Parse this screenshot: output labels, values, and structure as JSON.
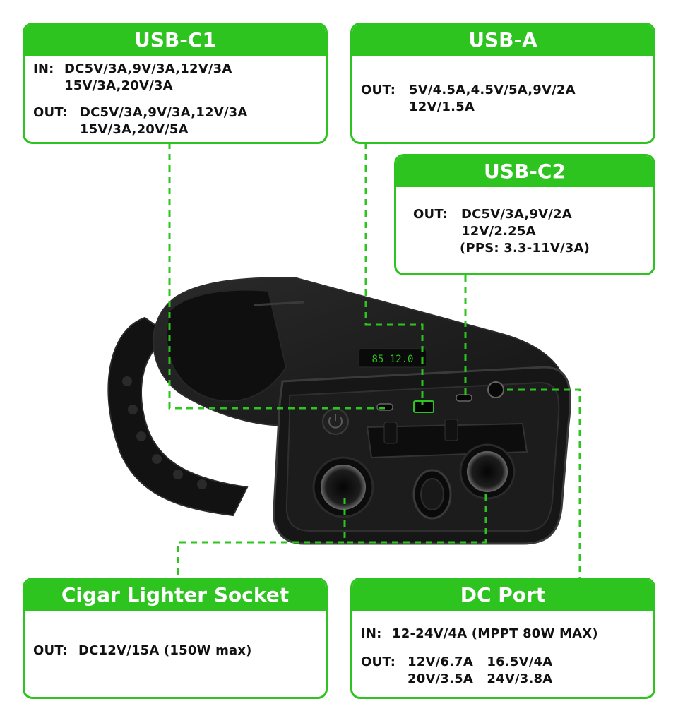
{
  "usb_c1": {
    "title": "USB-C1",
    "in_label": "IN:",
    "in_line1": "DC5V/3A,9V/3A,12V/3A",
    "in_line2": "15V/3A,20V/3A",
    "out_label": "OUT:",
    "out_line1": "DC5V/3A,9V/3A,12V/3A",
    "out_line2": "15V/3A,20V/5A"
  },
  "usb_a": {
    "title": "USB-A",
    "out_label": "OUT:",
    "out_line1": "5V/4.5A,4.5V/5A,9V/2A",
    "out_line2": "12V/1.5A"
  },
  "usb_c2": {
    "title": "USB-C2",
    "out_label": "OUT:",
    "out_line1": "DC5V/3A,9V/2A",
    "out_line2": "12V/2.25A",
    "out_line3": "(PPS: 3.3-11V/3A)"
  },
  "cigar": {
    "title": "Cigar Lighter Socket",
    "out_label": "OUT:",
    "out_line1": "DC12V/15A (150W max)"
  },
  "dc_port": {
    "title": "DC Port",
    "in_label": "IN:",
    "in_line1": "12-24V/4A (MPPT 80W MAX)",
    "out_label": "OUT:",
    "out_line1": "12V/6.7A   16.5V/4A",
    "out_line2": "20V/3.5A   24V/3.8A"
  },
  "device": {
    "display_readout": "85 12.0"
  },
  "colors": {
    "accent": "#2ec41f",
    "device_body": "#1b1b1b",
    "device_edge": "#333333"
  }
}
